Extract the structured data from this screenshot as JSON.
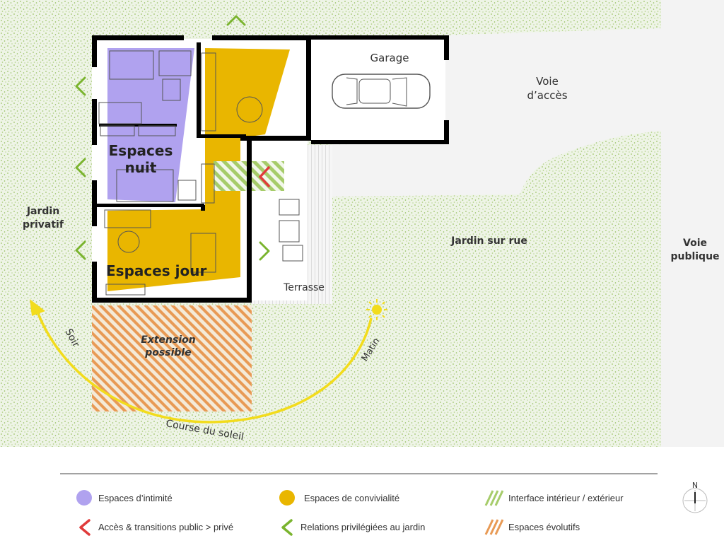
{
  "plan": {
    "zones": {
      "night": "Espaces nuit",
      "day": "Espaces jour",
      "garage": "Garage",
      "terrace": "Terrasse",
      "access_road": "Voie d’accès",
      "private_garden": "Jardin privatif",
      "street_garden": "Jardin sur rue",
      "public_road": "Voie publique",
      "extension": "Extension possible"
    },
    "sun": {
      "evening": "Soir",
      "morning": "Matin",
      "course": "Course du soleil"
    },
    "colors": {
      "intimacy": "#b0a2ef",
      "conviviality": "#e9b600",
      "interface": "#a6cc6a",
      "access": "#e03b3b",
      "garden_relation": "#7ab42e",
      "evolutive": "#e89a55",
      "sun": "#f2dc1c",
      "grass": "#e6efd9"
    }
  },
  "legend": {
    "items": [
      {
        "label": "Espaces d’intimité",
        "icon": "purple-disc-icon"
      },
      {
        "label": "Espaces de convivialité",
        "icon": "yellow-disc-icon"
      },
      {
        "label": "Interface intérieur / extérieur",
        "icon": "green-hatch-icon"
      },
      {
        "label": "Accès & transitions public > privé",
        "icon": "red-chevron-icon"
      },
      {
        "label": "Relations privilégiées au jardin",
        "icon": "green-chevron-icon"
      },
      {
        "label": "Espaces évolutifs",
        "icon": "orange-hatch-icon"
      }
    ]
  },
  "compass": {
    "north": "N"
  }
}
